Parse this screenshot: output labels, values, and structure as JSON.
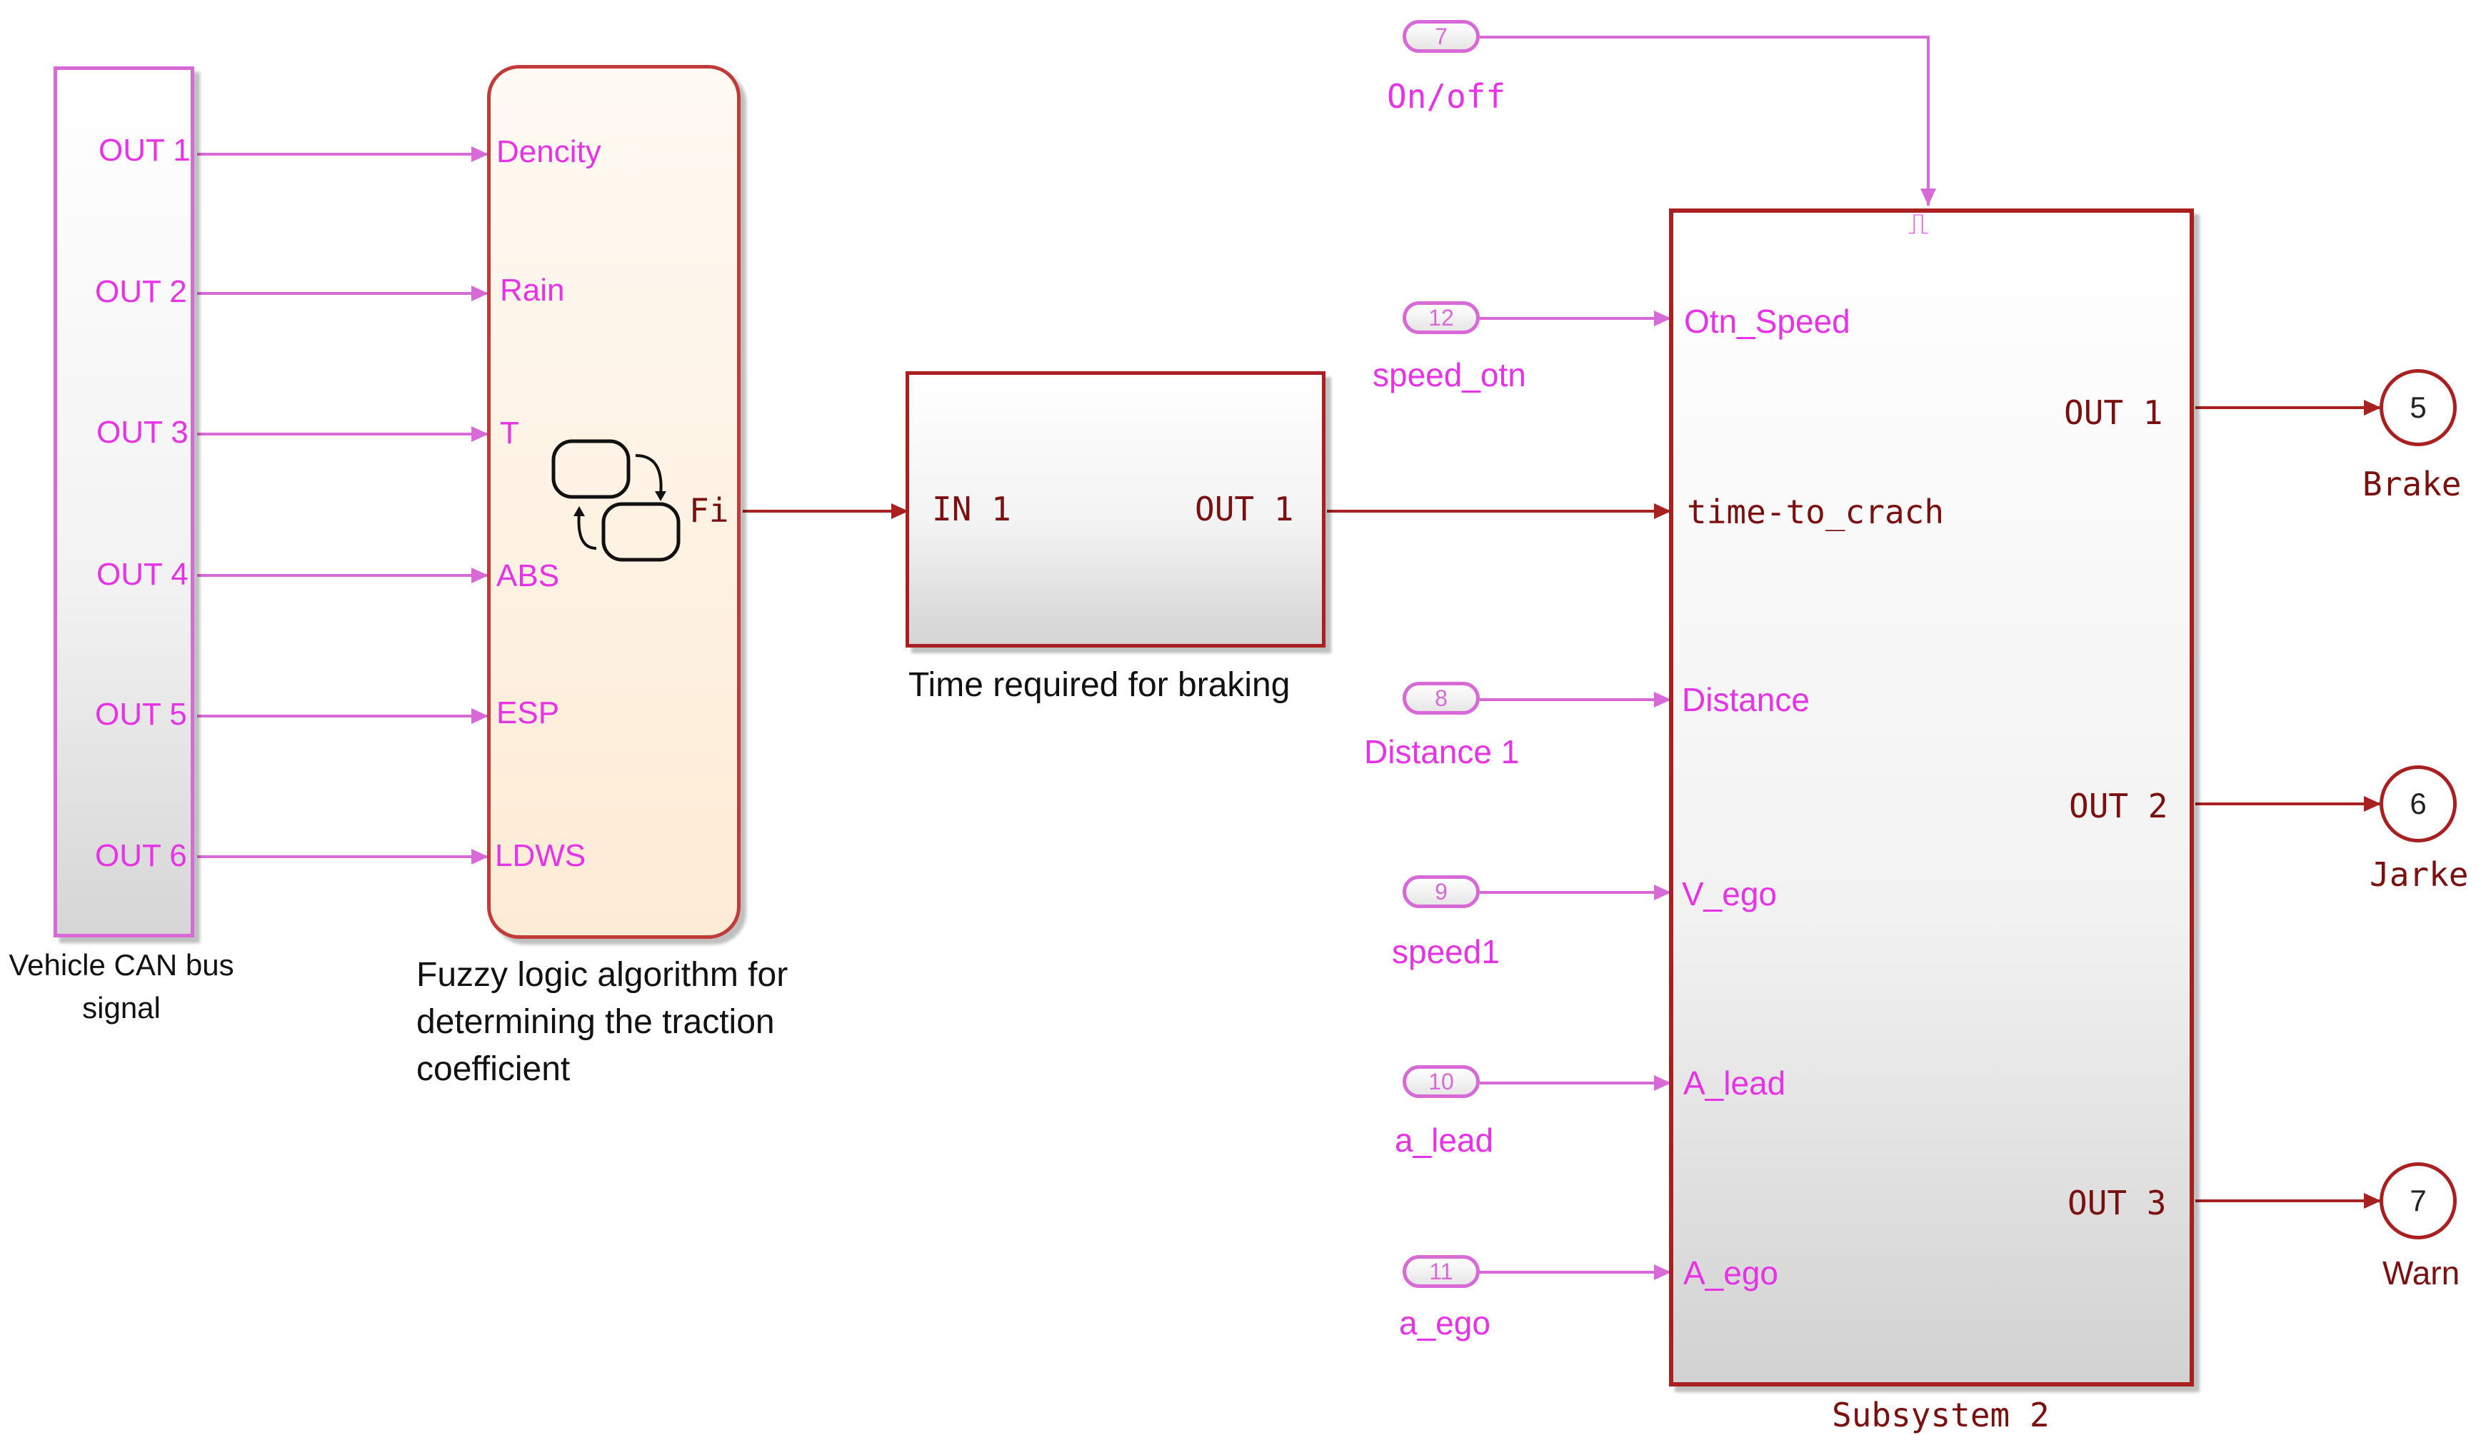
{
  "bus_block": {
    "caption": "Vehicle CAN bus signal",
    "outputs": [
      "OUT 1",
      "OUT 2",
      "OUT 3",
      "OUT 4",
      "OUT 5",
      "OUT 6"
    ]
  },
  "fuzzy_block": {
    "caption_lines": [
      "Fuzzy logic algorithm for",
      "determining the traction",
      "coefficient"
    ],
    "inputs": [
      "Dencity",
      "Rain",
      "T",
      "ABS",
      "ESP",
      "LDWS"
    ],
    "output": "Fi"
  },
  "time_block": {
    "caption": "Time required for braking",
    "input": "IN 1",
    "output": "OUT 1"
  },
  "subsystem": {
    "name": "Subsystem 2",
    "inputs": [
      "Otn_Speed",
      "time-to_crach",
      "Distance",
      "V_ego",
      "A_lead",
      "A_ego"
    ],
    "outputs": [
      "OUT 1",
      "OUT 2",
      "OUT 3"
    ],
    "trigger_symbol": "⎍"
  },
  "inports": [
    {
      "number": "7",
      "label": "On/off"
    },
    {
      "number": "12",
      "label": "speed_otn"
    },
    {
      "number": "8",
      "label": "Distance 1"
    },
    {
      "number": "9",
      "label": "speed1"
    },
    {
      "number": "10",
      "label": "a_lead"
    },
    {
      "number": "11",
      "label": "a_ego"
    }
  ],
  "outports": [
    {
      "number": "5",
      "label": "Brake"
    },
    {
      "number": "6",
      "label": "Jarke"
    },
    {
      "number": "7",
      "label": "Warn"
    }
  ],
  "colors": {
    "signal_magenta": "#d86ad8",
    "signal_red": "#a82020",
    "text_magenta": "#e633e6",
    "text_dark_red": "#7a1010"
  }
}
